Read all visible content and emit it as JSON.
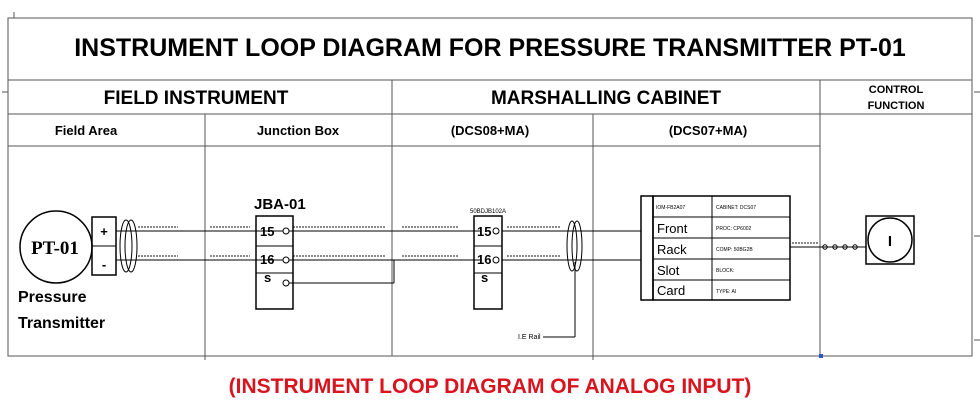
{
  "title": "INSTRUMENT LOOP DIAGRAM FOR PRESSURE TRANSMITTER PT-01",
  "sections": {
    "field_instrument": "FIELD INSTRUMENT",
    "marshalling_cabinet": "MARSHALLING CABINET",
    "control_function_line1": "CONTROL",
    "control_function_line2": "FUNCTION"
  },
  "subheaders": {
    "field_area": "Field Area",
    "junction_box": "Junction Box",
    "cabinet_a": "(DCS08+MA)",
    "cabinet_b": "(DCS07+MA)"
  },
  "transmitter": {
    "tag": "PT-01",
    "plus": "+",
    "minus": "-",
    "label_line1": "Pressure",
    "label_line2": "Transmitter"
  },
  "junction_box": {
    "name": "JBA-01",
    "terminals": [
      "15",
      "16",
      "s"
    ]
  },
  "marshalling_terminal": {
    "tag": "50BDJB102A",
    "terminals": [
      "15",
      "16",
      "s"
    ],
    "rail_label": "I.E Rail"
  },
  "io_card": {
    "header_left": "IOM-FB2A07",
    "header_right": "CABINET: DCS07",
    "rows": [
      {
        "label": "Front",
        "value": "PROC: CP6002"
      },
      {
        "label": "Rack",
        "value": "COMP: 50BG2B"
      },
      {
        "label": "Slot",
        "value": "BLOCK:"
      },
      {
        "label": "Card",
        "value": "TYPE: AI"
      }
    ]
  },
  "control_symbol": "I",
  "caption": "(INSTRUMENT LOOP DIAGRAM OF ANALOG INPUT)",
  "colors": {
    "caption": "#d9141e",
    "line": "#000000"
  }
}
